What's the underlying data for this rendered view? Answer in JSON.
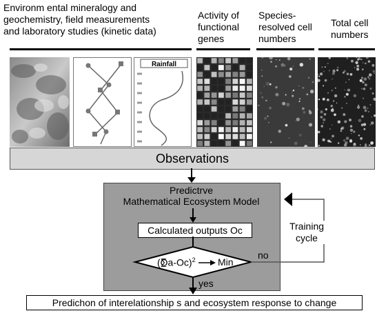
{
  "headers": [
    "Environm ental mineralogy and\ngeochemistry, field measurements\nand laboratory studies (kinetic data)",
    "Activity of\nfunctional\ngenes",
    "Species-\nresolved cell\nnumbers",
    "Total cell\nnumbers"
  ],
  "panels": {
    "rainfall_label": "Rainfall"
  },
  "observations": "Observations",
  "model": {
    "title": "Predictrve\nMathematical Ecosystem Model",
    "calc_outputs": "Calculated outputs Oc",
    "minimize_expr": "(Oa-Oc)",
    "minimize_sup": "2",
    "minimize_min": "Min",
    "no_label": "no",
    "yes_label": "yes"
  },
  "training": "Training\ncycle",
  "prediction": "Predichon of interelationship s and ecosystem response to change"
}
